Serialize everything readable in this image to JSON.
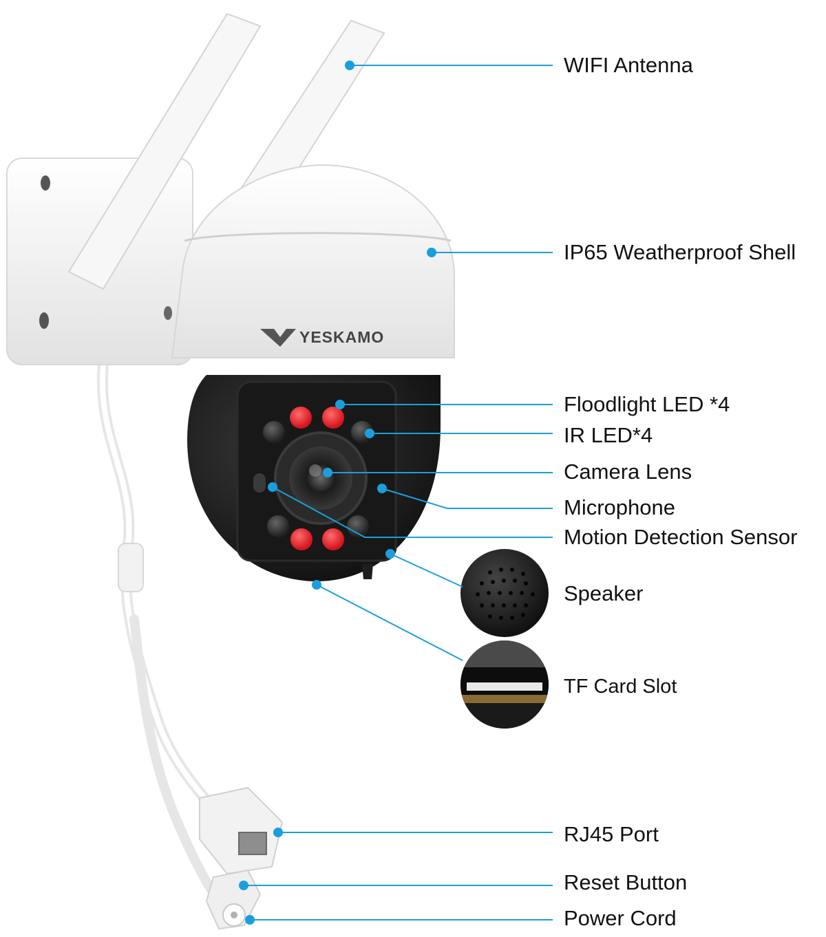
{
  "brand": {
    "name": "YESKAMO"
  },
  "colors": {
    "callout": "#1a9fdc",
    "floodlight_led": "#e8242b",
    "shell": "#f4f4f4",
    "dome": "#1e1e1e",
    "text": "#111111"
  },
  "labels": {
    "wifi_antenna": "WIFI Antenna",
    "weatherproof_shell": "IP65 Weatherproof Shell",
    "floodlight_led": "Floodlight LED *4",
    "ir_led": "IR LED*4",
    "camera_lens": "Camera Lens",
    "microphone": "Microphone",
    "motion_sensor": "Motion Detection Sensor",
    "speaker": "Speaker",
    "tf_card_slot": "TF Card Slot",
    "rj45_port": "RJ45 Port",
    "reset_button": "Reset Button",
    "power_cord": "Power Cord"
  }
}
